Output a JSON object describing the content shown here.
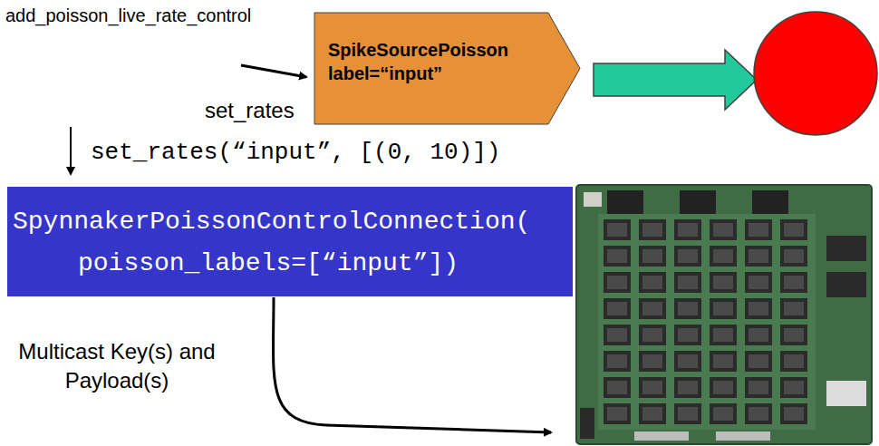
{
  "diagram": {
    "nodes": [
      {
        "text": [
          "SpikeSourcePoisson label=“input”"
        ]
      },
      {
        "text": [
          "SpynnakerPoissonControlConnection( poisson_labels=[“input”])"
        ]
      }
    ],
    "labels": [
      "add_poisson_live_rate_control",
      "set_rates",
      "set_rates(“input”, [(0, 10)])",
      "Multicast Key(s) and Payload(s)"
    ]
  }
}
